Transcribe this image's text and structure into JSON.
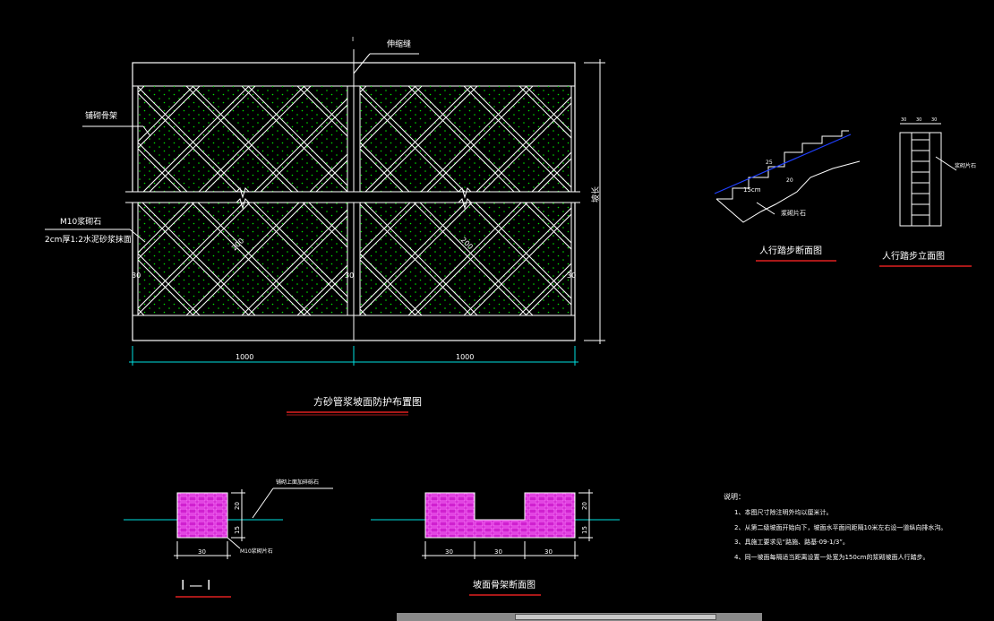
{
  "main_plan": {
    "title": "方砂管浆坡面防护布置图",
    "top_label": "伸缩缝",
    "left_label": "铺砌骨架",
    "right_label": "坡长",
    "material_1": "M10浆砌石",
    "material_2": "2cm厚1:2水泥砂浆抹面",
    "dim_width_left": "1000",
    "dim_width_right": "1000",
    "dim_30": "30",
    "dim_200": "200",
    "section_mark": "I"
  },
  "step_section": {
    "title": "人行踏步断面图",
    "label_a": "浆砌片石",
    "dim_a": "25",
    "dim_b": "20",
    "dim_c": "15cm"
  },
  "step_elevation": {
    "title": "人行踏步立面图",
    "label": "浆砌片石",
    "dims": [
      "30",
      "30",
      "30"
    ]
  },
  "section_1": {
    "title": "I — I",
    "label_top": "铺砌上面加碎砾石",
    "label_mat": "M10浆砌片石",
    "dim_w": "30",
    "dim_h1": "20",
    "dim_h2": "15"
  },
  "section_2": {
    "title": "坡面骨架断面图",
    "dims_w": [
      "30",
      "30",
      "30"
    ],
    "dim_h1": "20",
    "dim_h2": "15"
  },
  "notes": {
    "title": "说明：",
    "items": [
      "1、本图尺寸除注明外均以厘米计。",
      "2、从第二级坡面开始向下，坡面水平面间距隔10米左右设一道纵向排水沟。",
      "3、具施工要求见“路施、路基-09-1/3”。",
      "4、同一坡面每隔适当距离设置一处宽为150cm的浆砌坡面人行踏步。"
    ]
  },
  "colors": {
    "line": "#ffffff",
    "hatch": "#00e000",
    "masonry": "#e040e0",
    "title_rule": "#e02020",
    "ground": "#00e0e0",
    "dim": "#00e0e0"
  }
}
